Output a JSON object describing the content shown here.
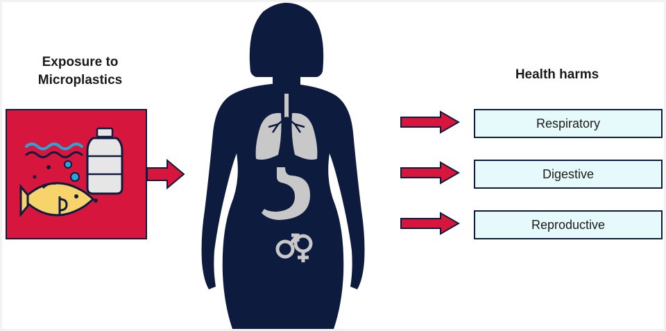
{
  "exposure": {
    "title_line1": "Exposure to",
    "title_line2": "Microplastics"
  },
  "health": {
    "title": "Health harms",
    "harms": [
      {
        "label": "Respiratory"
      },
      {
        "label": "Digestive"
      },
      {
        "label": "Reproductive"
      }
    ]
  },
  "icons": {
    "exposure": "fish-bottle-water-icon",
    "lungs": "lungs-icon",
    "stomach": "stomach-icon",
    "sex_symbols": "male-female-symbols-icon"
  },
  "colors": {
    "accent_red": "#d6163c",
    "navy": "#0d1b3e",
    "box_fill": "#e6f9fb",
    "organ_gray": "#c8c8c8"
  }
}
